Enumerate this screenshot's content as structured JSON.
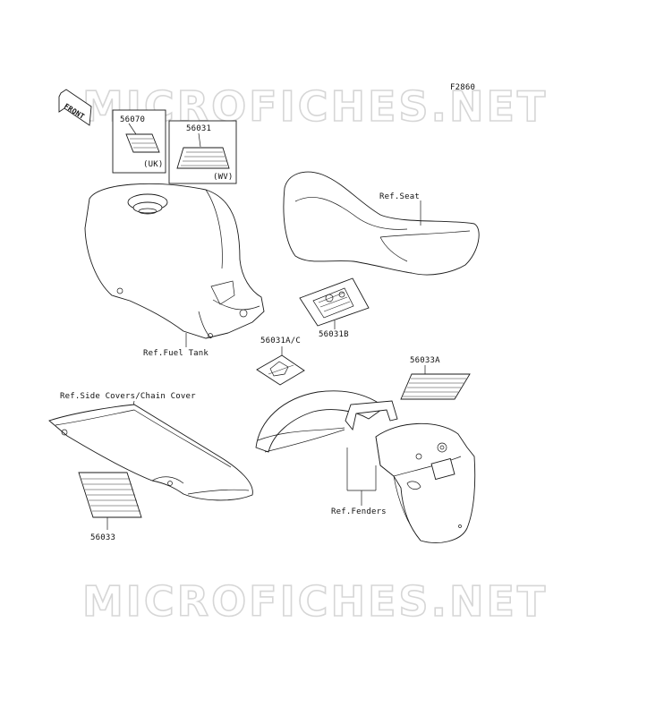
{
  "figure_code": "F2860",
  "watermark": "MICROFICHES.NET",
  "front_arrow": "FRONT",
  "labels": {
    "p56070": "56070",
    "p56070_region": "(UK)",
    "p56031": "56031",
    "p56031_region": "(WV)",
    "ref_seat": "Ref.Seat",
    "ref_fuel_tank": "Ref.Fuel Tank",
    "p56031b": "56031B",
    "p56031ac": "56031A/C",
    "p56033a": "56033A",
    "ref_side_covers": "Ref.Side Covers/Chain Cover",
    "ref_fenders": "Ref.Fenders",
    "p56033": "56033"
  }
}
